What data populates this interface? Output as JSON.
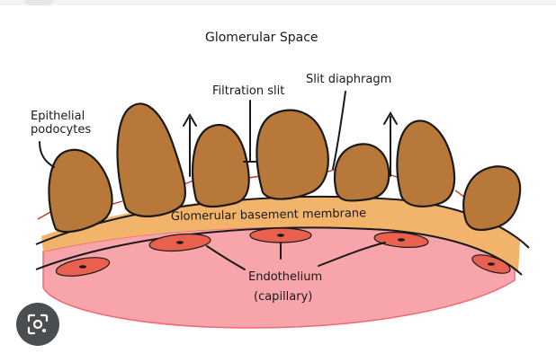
{
  "labels": {
    "glomerular_space": "Glomerular Space",
    "filtration_slit": "Filtration slit",
    "slit_diaphragm": "Slit diaphragm",
    "epithelial_line1": "Epithelial",
    "epithelial_line2": "podocytes",
    "basement_membrane": "Glomerular basement membrane",
    "endothelium": "Endothelium",
    "capillary": "(capillary)"
  },
  "colors": {
    "podocyte": "#b8783a",
    "basement_membrane": "#f1b46a",
    "capillary": "#f7a4aa",
    "capillary_edge": "#f06a72",
    "endothelial_cell": "#e9604f",
    "slit_diaphragm": "#c0392b",
    "outline": "#1a1a1a"
  },
  "icons": {
    "lens": "lens-search-icon"
  }
}
